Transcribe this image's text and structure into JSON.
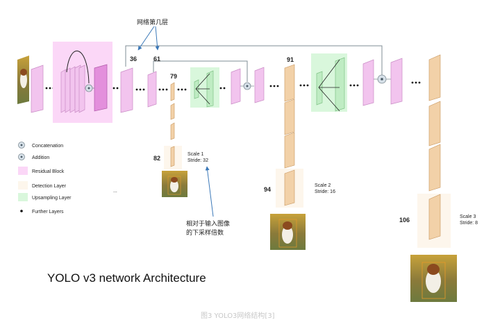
{
  "annotations": {
    "top_note": "网络第几层",
    "bottom_note_line1": "相对于输入图像",
    "bottom_note_line2": "的下采样倍数"
  },
  "layer_numbers": {
    "l36": "36",
    "l61": "61",
    "l79": "79",
    "l82": "82",
    "l91": "91",
    "l94": "94",
    "l106": "106"
  },
  "scales": {
    "s1": {
      "scale": "Scale 1",
      "stride": "Stride: 32"
    },
    "s2": {
      "scale": "Scale 2",
      "stride": "Stride: 16"
    },
    "s3": {
      "scale": "Scale 3",
      "stride": "Stride: 8"
    }
  },
  "legend": {
    "concatenation": "Concatenation",
    "addition": "Addition",
    "residual": "Residual Block",
    "detection": "Detection Layer",
    "upsampling": "Upsampling Layer",
    "further": "Further Layers",
    "ellipsis": "..."
  },
  "title": "YOLO v3 network Architecture",
  "caption": "图3 YOLO3网络结构[3]",
  "colors": {
    "layer_fill": "#f2c4ee",
    "layer_edge": "#c98bc5",
    "residual_bg": "#fbd7f7",
    "detection_bg": "#fdf6ec",
    "detection_layer": "#f2d1a8",
    "upsample_bg": "#d9f7dc",
    "upsample_layer": "#bfecc3",
    "connector": "#7f8c94",
    "arrow_note": "#3a78b8"
  }
}
